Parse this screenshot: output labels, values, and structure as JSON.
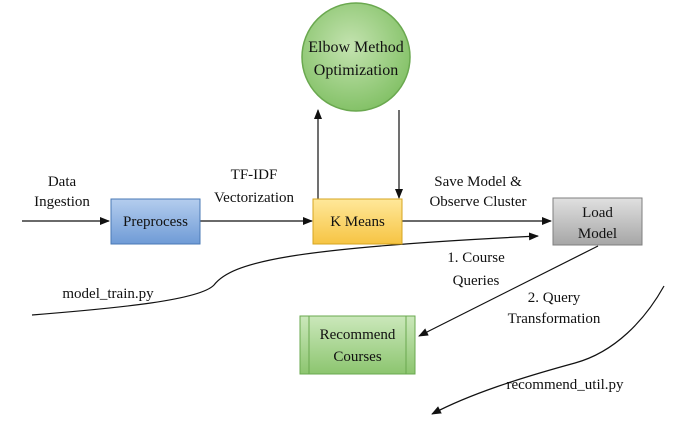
{
  "nodes": {
    "preprocess": {
      "label": "Preprocess",
      "color": "#8db3e2"
    },
    "kmeans": {
      "label": "K Means",
      "color": "#ffd966"
    },
    "elbow": {
      "line1": "Elbow Method",
      "line2": "Optimization",
      "color": "#93c47d"
    },
    "load_model": {
      "line1": "Load",
      "line2": "Model",
      "color": "#bdbdbd"
    },
    "recommend": {
      "line1": "Recommend",
      "line2": "Courses",
      "color": "#a9d18e"
    }
  },
  "labels": {
    "data_ingestion": {
      "line1": "Data",
      "line2": "Ingestion"
    },
    "tfidf": {
      "line1": "TF-IDF",
      "line2": "Vectorization"
    },
    "save_model": {
      "line1": "Save Model &",
      "line2": "Observe Cluster"
    },
    "course_queries": {
      "line1": "1. Course",
      "line2": "Queries"
    },
    "query_transformation": {
      "line1": "2. Query",
      "line2": "Transformation"
    },
    "model_train": "model_train.py",
    "recommend_util": "recommend_util.py"
  }
}
